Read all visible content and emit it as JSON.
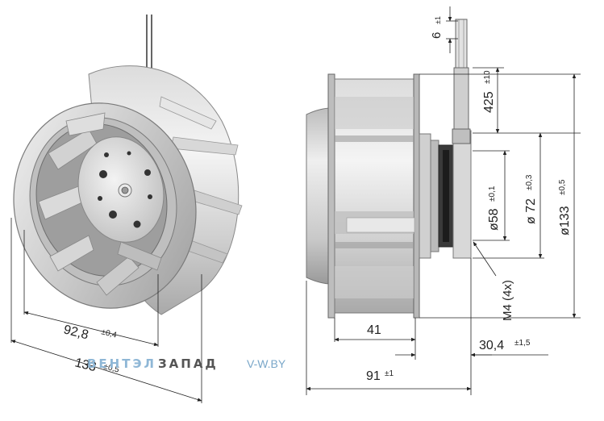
{
  "dimensions": {
    "wire_strip": {
      "value": "6",
      "tol": "±1"
    },
    "wire_length": {
      "value": "425",
      "tol": "±10"
    },
    "dia_hub": {
      "value": "ø58",
      "tol": "±0,1"
    },
    "dia_mount": {
      "value": "ø 72",
      "tol": "±0,3"
    },
    "dia_outer": {
      "value": "ø133",
      "tol": "±0,5"
    },
    "thread": {
      "value": "M4 (4x)"
    },
    "depth_inner": {
      "value": "41"
    },
    "depth_flange": {
      "value": "30,4",
      "tol": "±1,5"
    },
    "depth_total": {
      "value": "91",
      "tol": "±1"
    },
    "iso_inner": {
      "value": "92,8",
      "tol": "±0,4"
    },
    "iso_outer": {
      "value": "133",
      "tol": "±0,5"
    }
  },
  "watermark": {
    "part1": "ВЕНТЭЛ",
    "part2": "ЗАПАД",
    "site": "V-W.BY"
  }
}
